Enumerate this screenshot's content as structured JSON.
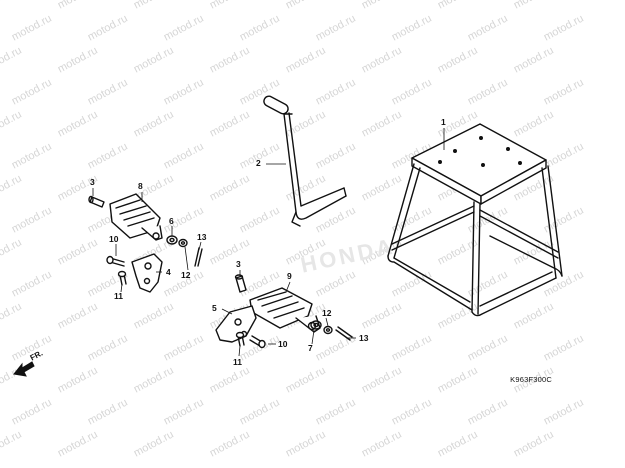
{
  "watermark_text": "motod.ru",
  "watermark_brand": "HONDA",
  "diagram_code": "K963F300C",
  "direction_label": "FR.",
  "callouts": [
    "1",
    "2",
    "3",
    "8",
    "6",
    "10",
    "13",
    "4",
    "12",
    "11",
    "3",
    "9",
    "5",
    "12",
    "7",
    "13",
    "10",
    "11"
  ]
}
